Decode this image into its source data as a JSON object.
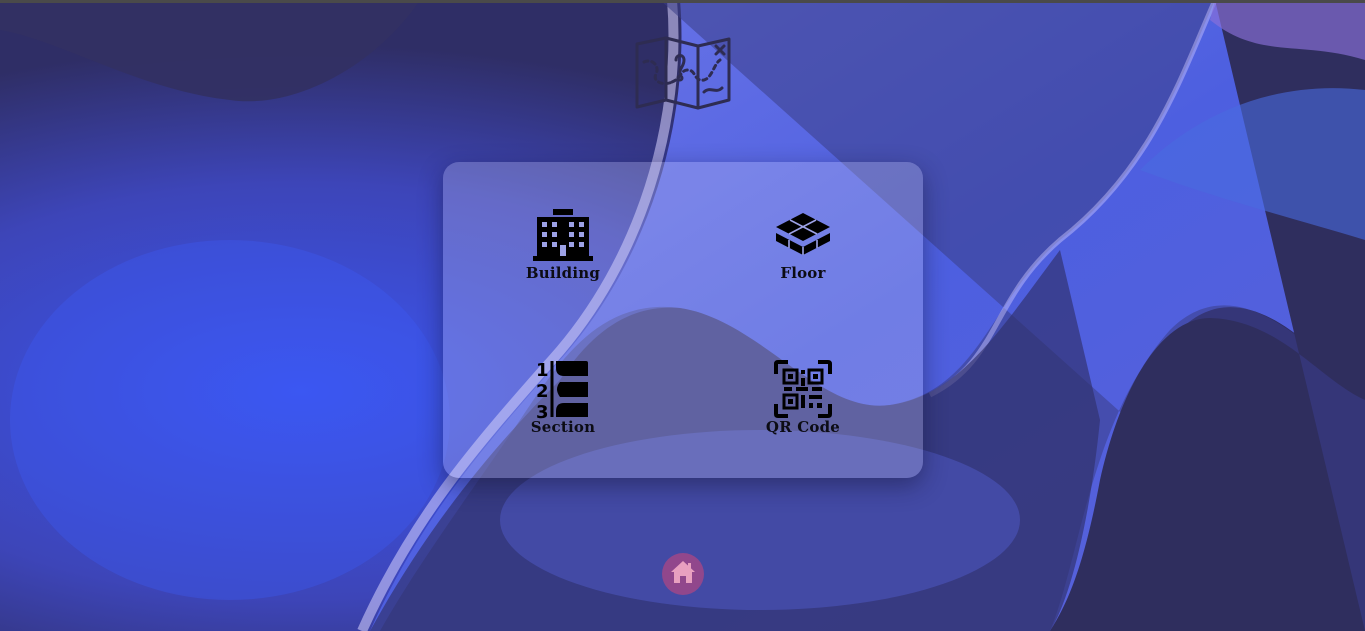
{
  "app": {
    "logo_icon": "folded-map-icon"
  },
  "menu": {
    "items": [
      {
        "label": "Building",
        "icon": "building-icon"
      },
      {
        "label": "Floor",
        "icon": "layers-icon"
      },
      {
        "label": "Section",
        "icon": "numbered-sections-icon"
      },
      {
        "label": "QR Code",
        "icon": "qr-code-icon"
      }
    ]
  },
  "footer": {
    "home_icon": "home-icon"
  },
  "colors": {
    "background_dark": "#2f2e5e",
    "background_blue": "#3f5ae8",
    "panel": "#cdcdf5",
    "home_button": "#d24678"
  }
}
